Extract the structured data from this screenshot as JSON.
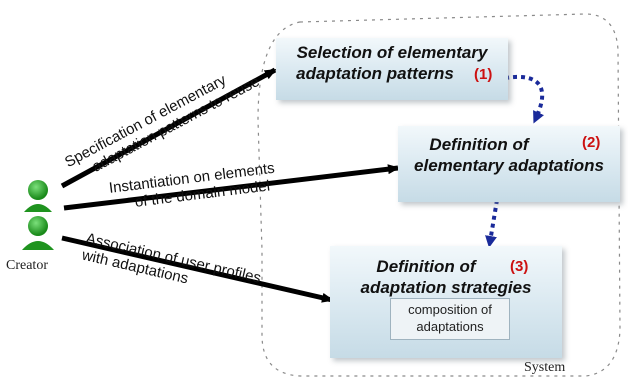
{
  "actor": {
    "label": "Creator",
    "icon": "user-icon",
    "color": "#22a022"
  },
  "system": {
    "label": "System"
  },
  "steps": [
    {
      "lines": [
        "Selection of elementary",
        "adaptation patterns"
      ],
      "number": "(1)"
    },
    {
      "lines": [
        "Definition of",
        "elementary adaptations"
      ],
      "number": "(2)"
    },
    {
      "lines": [
        "Definition of",
        "adaptation strategies"
      ],
      "number": "(3)",
      "sub_box": [
        "composition of",
        "adaptations"
      ]
    }
  ],
  "arrows": [
    {
      "lines": [
        "Specification of elementary",
        "adaptation patterns to reuse"
      ]
    },
    {
      "lines": [
        "Instantiation on elements",
        "of the domain model"
      ]
    },
    {
      "lines": [
        "Association of user profiles",
        "with adaptations"
      ]
    }
  ],
  "colors": {
    "step_link": "#1a2a9a",
    "number": "#cc1111",
    "arrow": "#000000"
  }
}
